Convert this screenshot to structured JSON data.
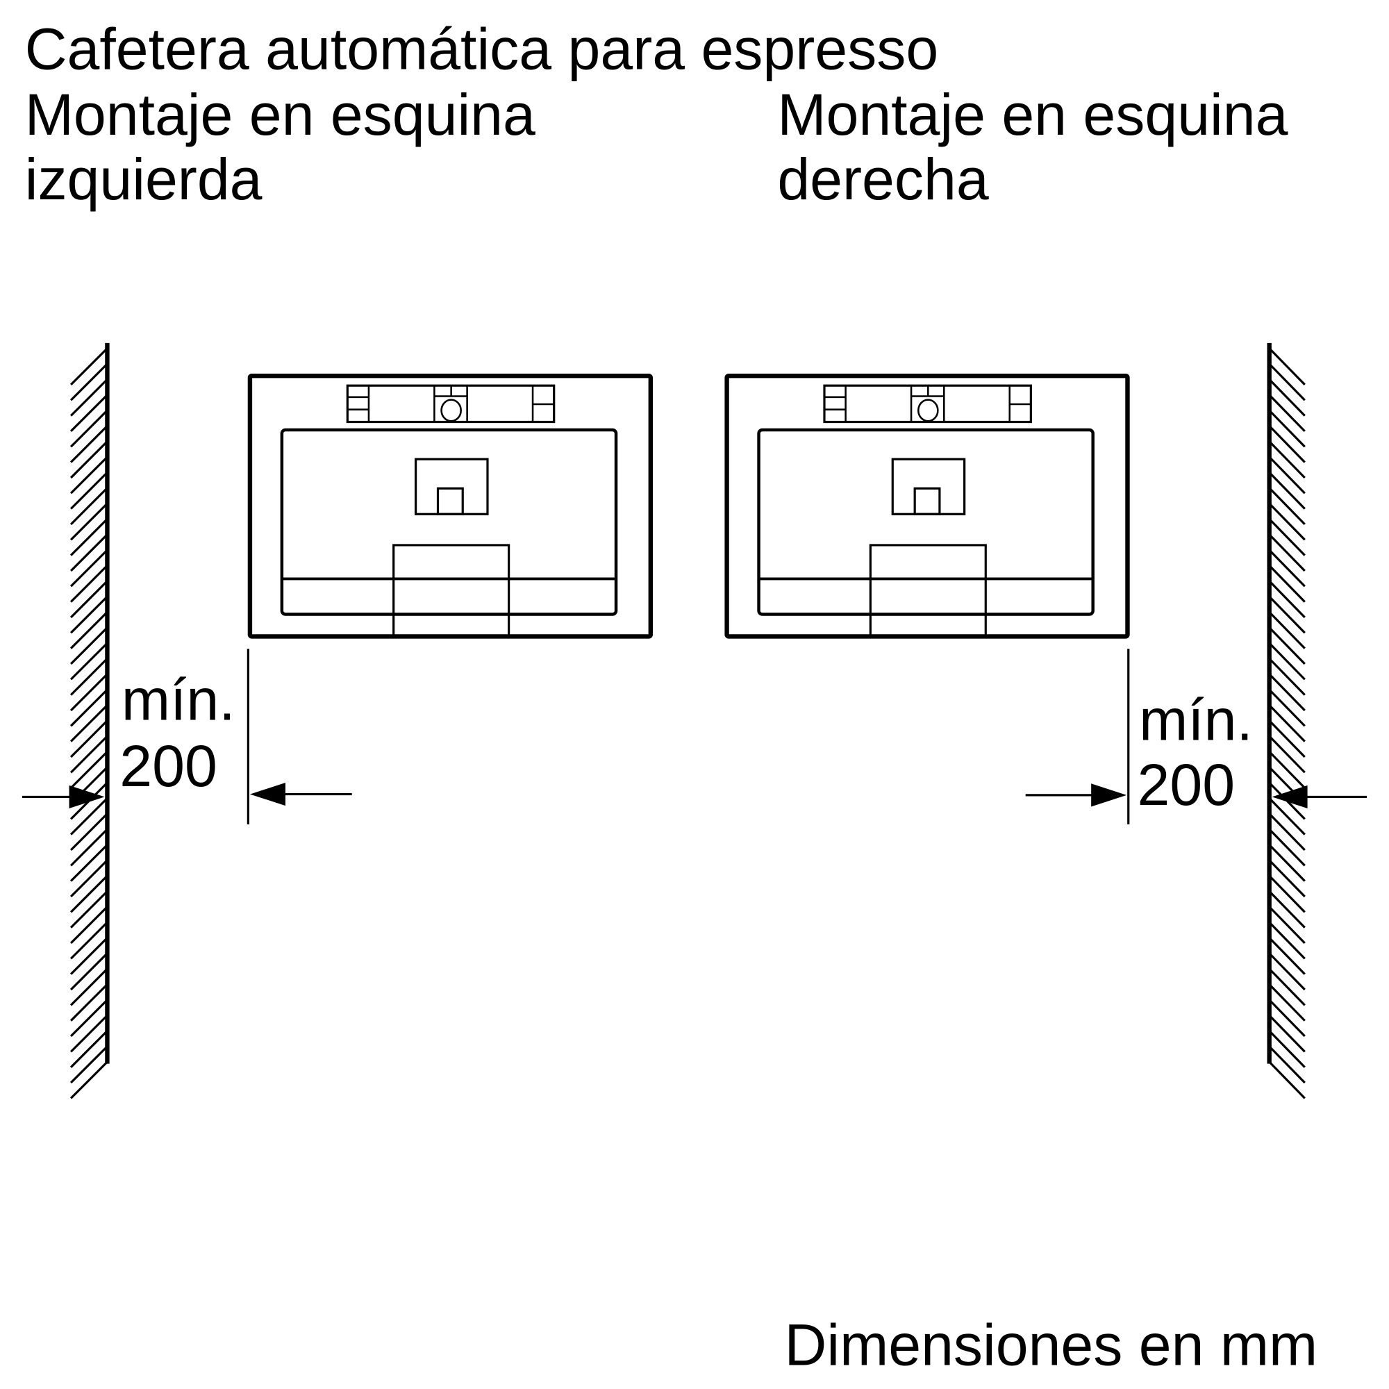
{
  "title": "Cafetera automática para espresso",
  "left": {
    "heading_line1": "Montaje en esquina",
    "heading_line2": "izquierda",
    "min_label": "mín.",
    "min_value": "200"
  },
  "right": {
    "heading_line1": "Montaje en esquina",
    "heading_line2": "derecha",
    "min_label": "mín.",
    "min_value": "200"
  },
  "footer": "Dimensiones en mm",
  "colors": {
    "line": "#000000",
    "background": "#ffffff"
  }
}
